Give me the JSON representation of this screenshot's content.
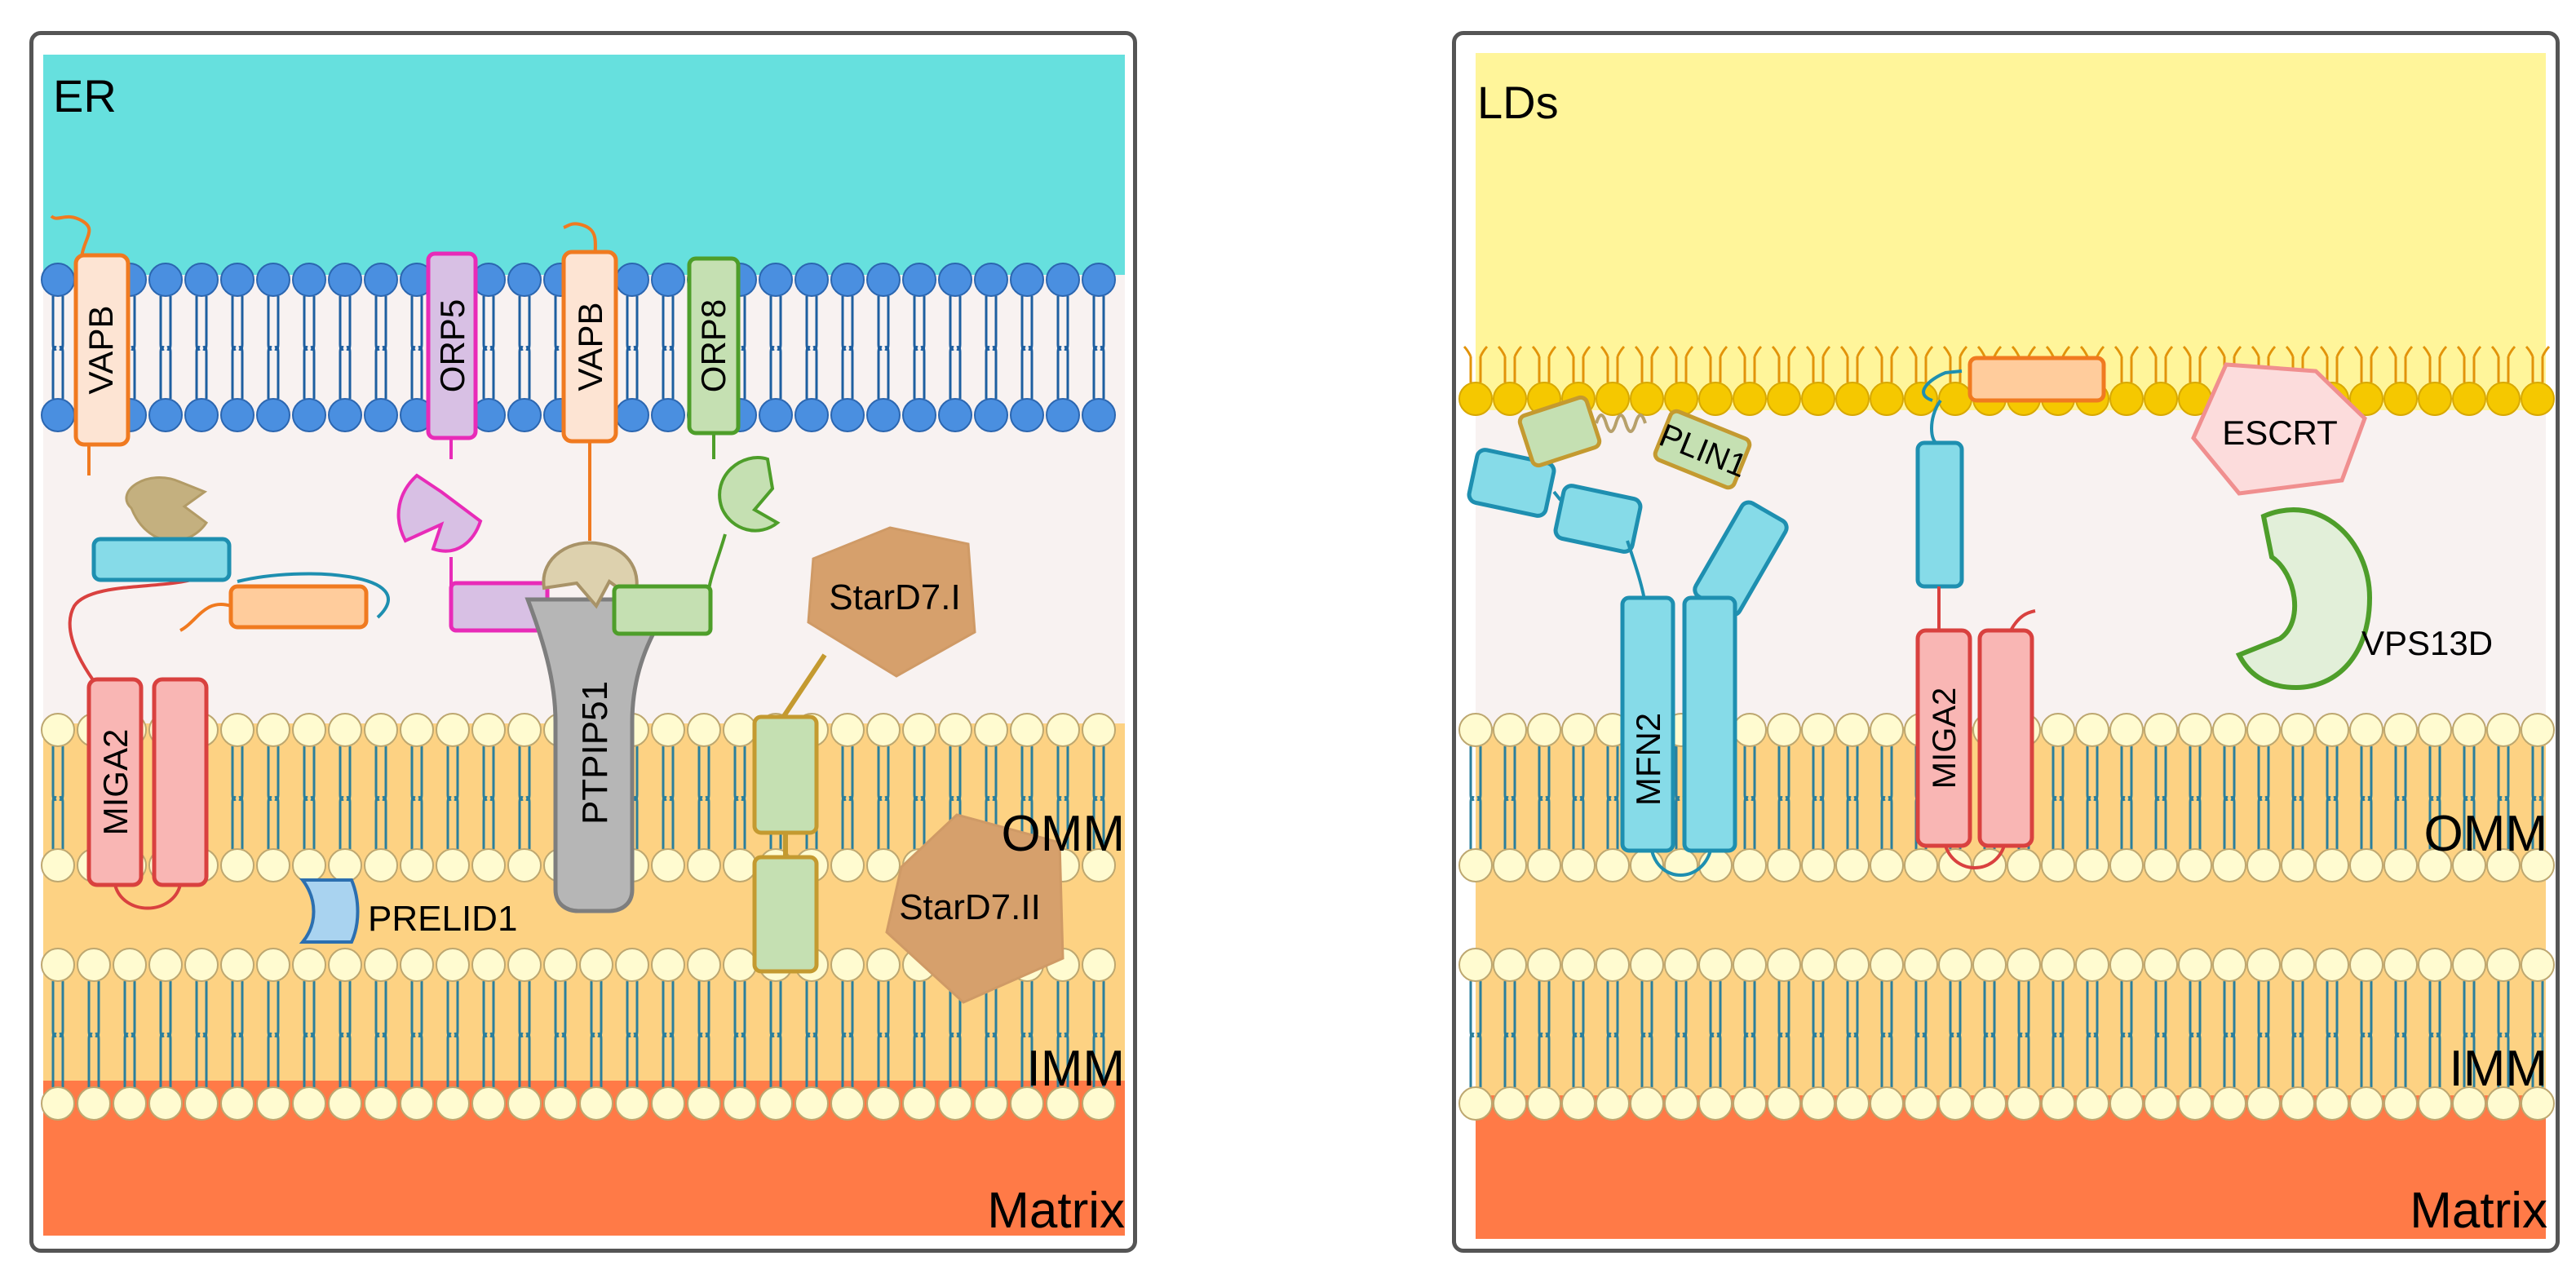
{
  "left_panel": {
    "compartments": {
      "top": "ER",
      "outer_membrane": "OMM",
      "inner_membrane": "IMM",
      "bottom": "Matrix"
    },
    "proteins": {
      "vapb_1": "VAPB",
      "orp5": "ORP5",
      "vapb_2": "VAPB",
      "orp8": "ORP8",
      "stard7_1": "StarD7.I",
      "miga2": "MIGA2",
      "ptpip51": "PTPIP51",
      "prelid1": "PRELID1",
      "stard7_2": "StarD7.II"
    }
  },
  "right_panel": {
    "compartments": {
      "top": "LDs",
      "outer_membrane": "OMM",
      "inner_membrane": "IMM",
      "bottom": "Matrix"
    },
    "proteins": {
      "plin1": "PLIN1",
      "escrt": "ESCRT",
      "mfn2": "MFN2",
      "miga2": "MIGA2",
      "vps13d": "VPS13D"
    }
  },
  "colors": {
    "er_lumen": "#66e0de",
    "ld_core": "#fff59a",
    "cytosol": "#f8f2f1",
    "intermembrane_space": "#fdd283",
    "matrix": "#ff7a47",
    "er_lipid_head": "#4a8fe0",
    "ld_lipid_head": "#f5c800",
    "mito_lipid_head": "#fffbd0",
    "lipid_tail": "#1e5fa0"
  }
}
